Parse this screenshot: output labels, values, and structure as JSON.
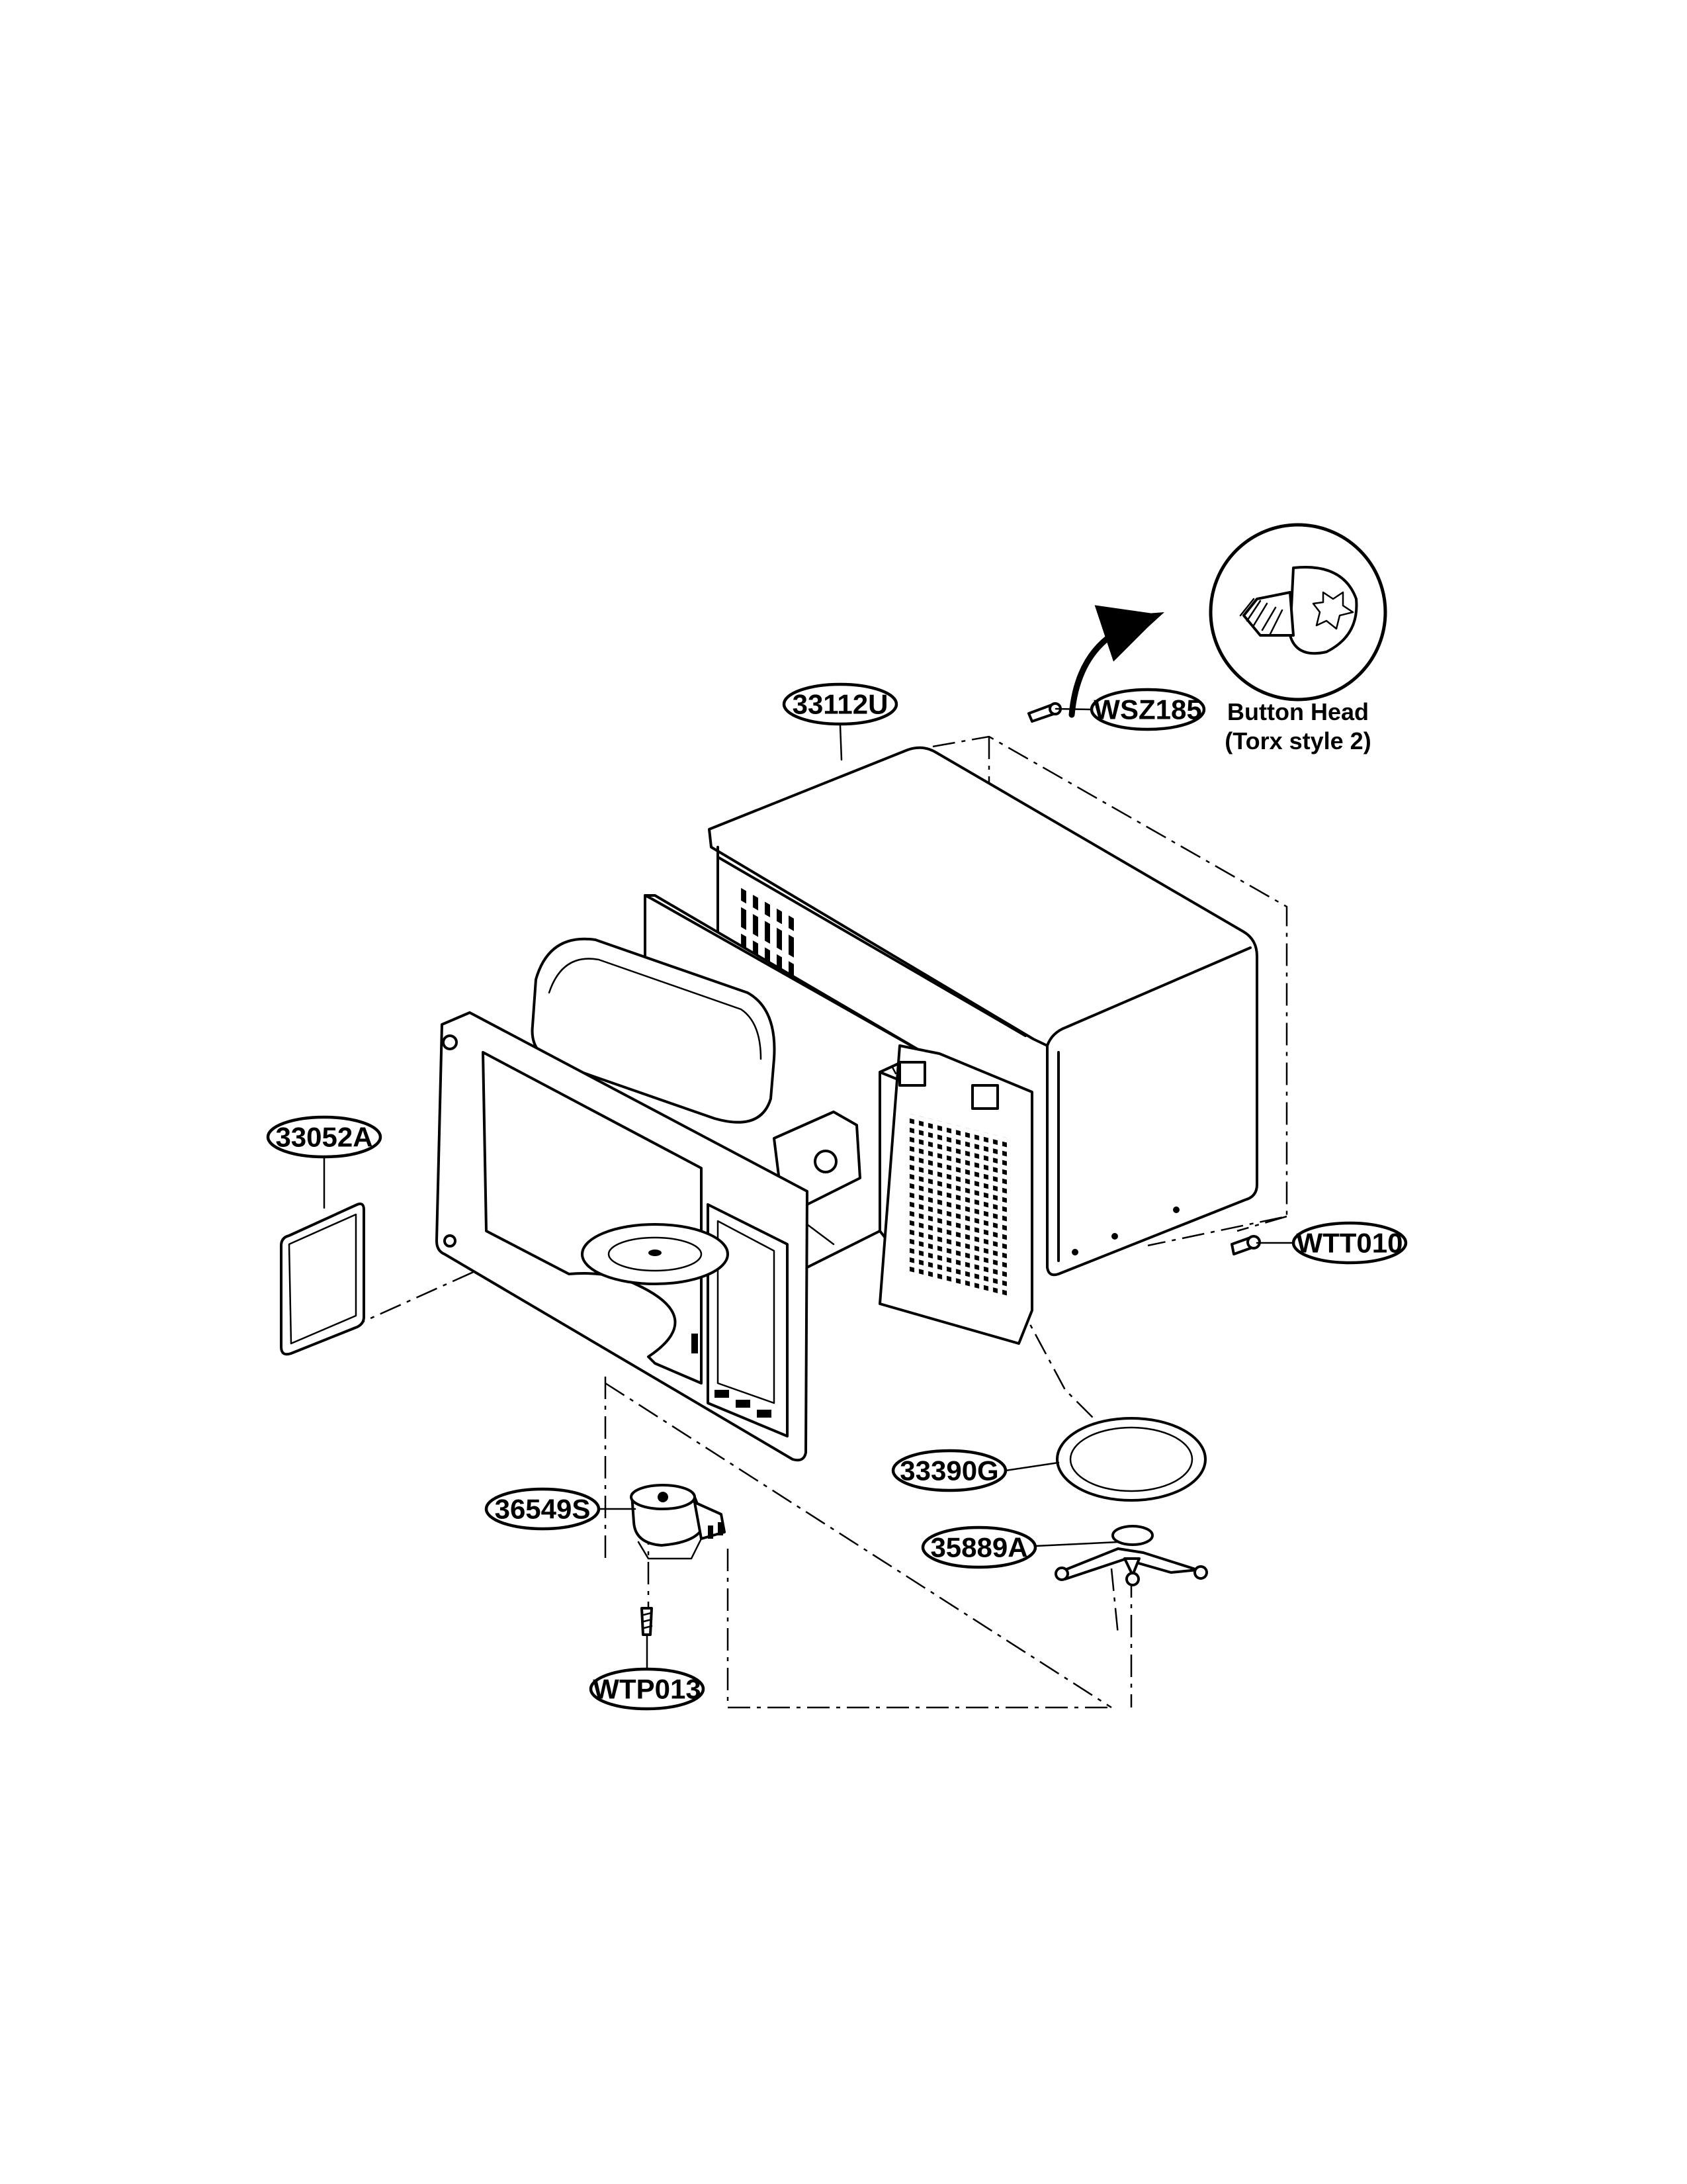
{
  "diagram": {
    "part_labels": {
      "p33112U": "33112U",
      "pWSZ185": "WSZ185",
      "p33052A": "33052A",
      "pWTT010": "WTT010",
      "p33390G": "33390G",
      "p36549S": "36549S",
      "p35889A": "35889A",
      "pWTP013": "WTP013"
    },
    "inset_caption": {
      "line1": "Button Head",
      "line2": "(Torx style 2)"
    }
  }
}
